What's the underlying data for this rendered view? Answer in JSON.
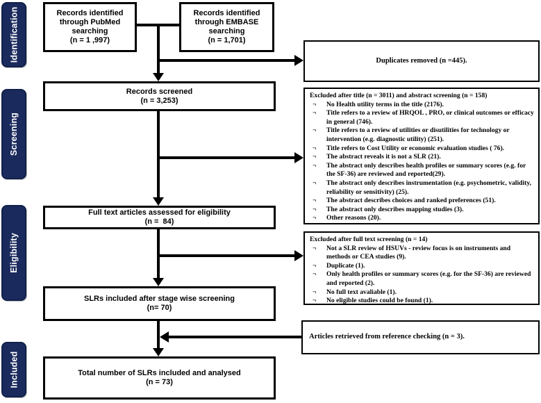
{
  "sidebar": {
    "accent_color": "#1a2a5c",
    "stages": [
      {
        "label": "Identification"
      },
      {
        "label": "Screening"
      },
      {
        "label": "Eligibility"
      },
      {
        "label": "Included"
      }
    ]
  },
  "flow": {
    "pubmed": {
      "main": "Records identified through PubMed searching",
      "count": "(n = 1 ,997)"
    },
    "embase": {
      "main": "Records identified through EMBASE searching",
      "count": "(n = 1,701)"
    },
    "screened": {
      "main": "Records screened",
      "count": "(n = 3,253)"
    },
    "fulltext": {
      "main": "Full text articles assessed for eligibility",
      "count": "(n =  84)"
    },
    "slr_included": {
      "main": "SLRs included after stage wise screening",
      "count": "(n= 70)"
    },
    "total": {
      "main": "Total number of SLRs included and analysed",
      "count": "(n = 73)"
    }
  },
  "side_boxes": {
    "duplicates": {
      "text": "Duplicates removed (n =445)."
    },
    "excluded_title_abstract": {
      "title": "Excluded after title (n = 3011) and abstract screening (n = 158)",
      "bullet": "¬",
      "items": [
        "No Health utility terms in the title (2176).",
        "Title refers to a review of HRQOL , PRO, or clinical outcomes or efficacy in general (746).",
        "Title refers to a review of utilities or disutilities for technology or intervention (e.g. diagnostic utility) (251).",
        "Title refers to Cost Utility or economic evaluation studies ( 76).",
        "The abstract reveals it is not a SLR (21).",
        "The abstract only describes health profiles  or summary scores (e.g. for the SF-36) are reviewed and reported(29).",
        "The abstract only describes instrumentation (e.g. psychometric, validity, reliability  or sensitivity) (25).",
        "The abstract describes choices and ranked preferences (51).",
        "The abstract only describes mapping studies (3).",
        "Other reasons (20)."
      ]
    },
    "excluded_fulltext": {
      "title": "Excluded after full text screening (n = 14)",
      "bullet": "¬",
      "items": [
        "Not a SLR review of HSUVs - review focus is on instruments and methods or CEA studies (9).",
        "Duplicate  (1).",
        "Only  health profiles  or summary scores (e.g. for the SF-36) are reviewed and reported (2).",
        "No full text avaliable (1).",
        "No eligible studies could be found (1)."
      ]
    },
    "reference_checking": {
      "text": "Articles retrieved from reference checking (n = 3)."
    }
  }
}
